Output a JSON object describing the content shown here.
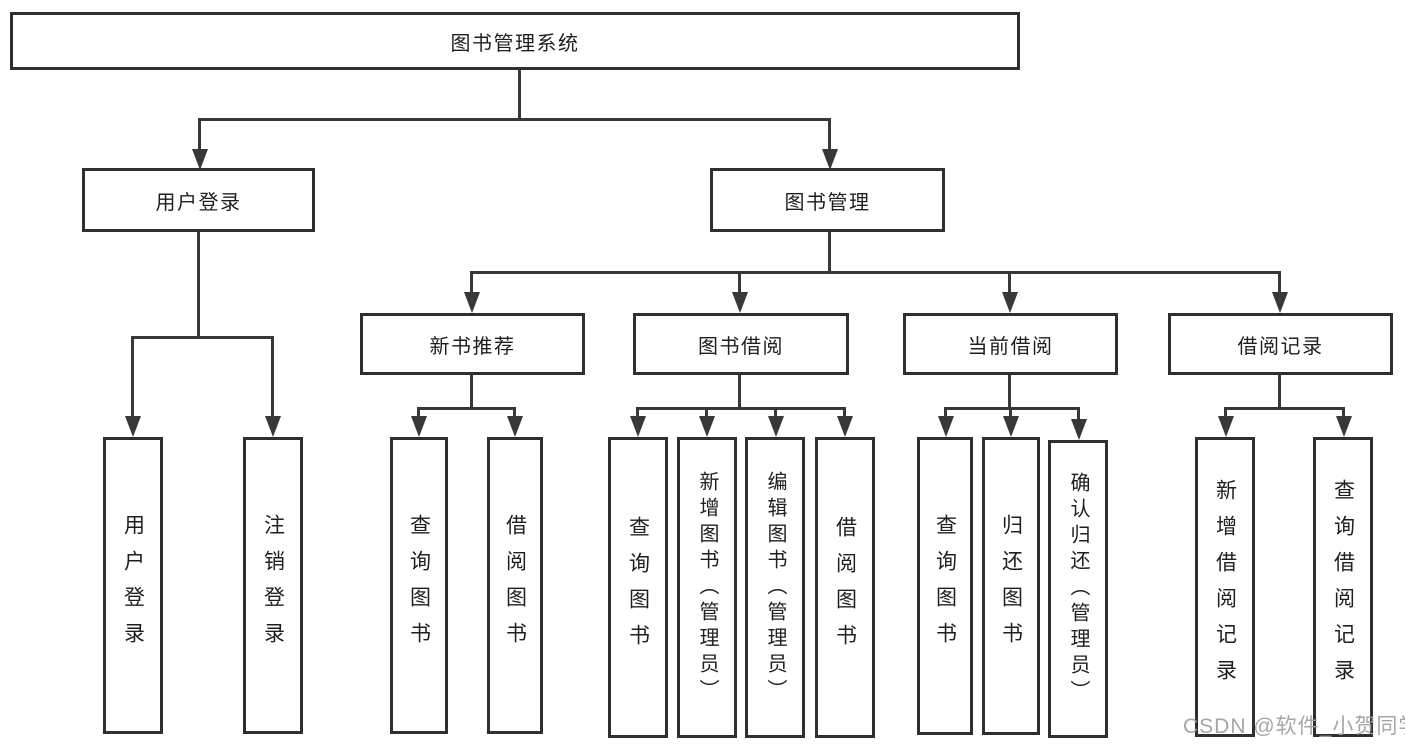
{
  "diagram": {
    "title": "图书管理系统",
    "root": {
      "label": "图书管理系统"
    },
    "level2": [
      {
        "label": "用户登录"
      },
      {
        "label": "图书管理"
      }
    ],
    "level3": [
      {
        "label": "新书推荐",
        "parent": "图书管理"
      },
      {
        "label": "图书借阅",
        "parent": "图书管理"
      },
      {
        "label": "当前借阅",
        "parent": "图书管理"
      },
      {
        "label": "借阅记录",
        "parent": "图书管理"
      }
    ],
    "leaves": [
      {
        "label": "用户登录",
        "parent": "用户登录"
      },
      {
        "label": "注销登录",
        "parent": "用户登录"
      },
      {
        "label": "查询图书",
        "parent": "新书推荐"
      },
      {
        "label": "借阅图书",
        "parent": "新书推荐"
      },
      {
        "label": "查询图书",
        "parent": "图书借阅"
      },
      {
        "label": "新增图书（管理员）",
        "parent": "图书借阅"
      },
      {
        "label": "编辑图书（管理员）",
        "parent": "图书借阅"
      },
      {
        "label": "借阅图书",
        "parent": "图书借阅"
      },
      {
        "label": "查询图书",
        "parent": "当前借阅"
      },
      {
        "label": "归还图书",
        "parent": "当前借阅"
      },
      {
        "label": "确认归还（管理员）",
        "parent": "当前借阅"
      },
      {
        "label": "新增借阅记录",
        "parent": "借阅记录"
      },
      {
        "label": "查询借阅记录",
        "parent": "借阅记录"
      }
    ]
  },
  "watermark": {
    "text": "CSDN @软件_小贺同学"
  },
  "colors": {
    "line": "#383838",
    "box_border": "#2f2f2f",
    "text": "#1f1f1f",
    "background": "#ffffff",
    "watermark": "#9e9e9e"
  }
}
